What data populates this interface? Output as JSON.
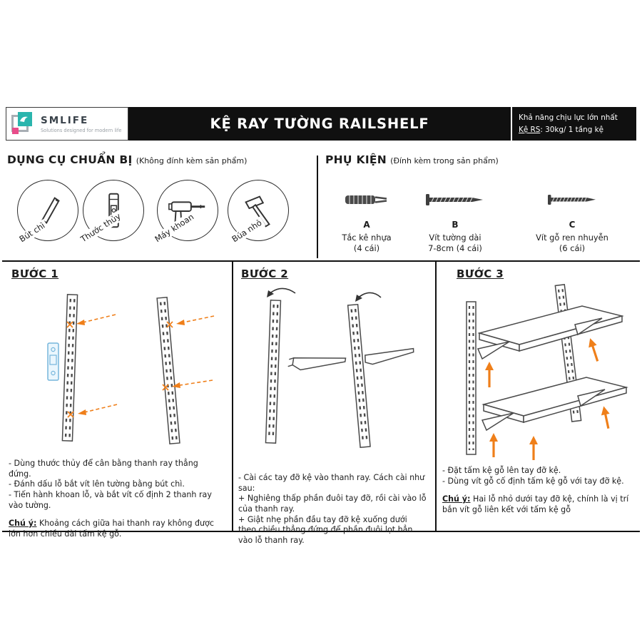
{
  "header": {
    "brand": "SMLIFE",
    "brand_tagline": "Solutions designed for modern life",
    "title": "KỆ RAY TƯỜNG RAILSHELF",
    "capacity_line1": "Khả năng chịu lực lớn nhất",
    "capacity_line2_label": "Kệ RS",
    "capacity_line2_rest": ": 30kg/ 1 tầng kệ"
  },
  "tools": {
    "title": "DỤNG CỤ CHUẨN BỊ",
    "subtitle": "(Không đính kèm sản phẩm)",
    "items": [
      {
        "label": "Bút chì",
        "icon": "pencil-icon"
      },
      {
        "label": "Thước thủy",
        "icon": "level-icon"
      },
      {
        "label": "Máy khoan",
        "icon": "drill-icon"
      },
      {
        "label": "Búa nhỏ",
        "icon": "hammer-icon"
      }
    ]
  },
  "accessories": {
    "title": "PHỤ KIỆN",
    "subtitle": "(Đính kèm trong sản phẩm)",
    "items": [
      {
        "letter": "A",
        "name": "Tắc kê nhựa",
        "qty": "(4 cái)",
        "icon": "wall-plug-icon"
      },
      {
        "letter": "B",
        "name": "Vít tường dài",
        "qty": "7-8cm (4 cái)",
        "icon": "long-screw-icon"
      },
      {
        "letter": "C",
        "name": "Vít gỗ ren nhuyễn",
        "qty": "(6 cái)",
        "icon": "wood-screw-icon"
      }
    ]
  },
  "steps": [
    {
      "title": "BƯỚC 1",
      "lines": [
        "- Dùng thước thủy để cân bằng thanh ray thẳng đứng.",
        "- Đánh dấu lỗ bắt vít lên tường bằng bút chì.",
        "- Tiến hành khoan lỗ, và bắt vít cố định 2 thanh ray vào tường."
      ],
      "note_label": "Chú ý:",
      "note": " Khoảng cách giữa hai thanh ray không được lớn hơn chiều dài tấm kệ gỗ."
    },
    {
      "title": "BƯỚC 2",
      "lines": [
        "- Cài các tay đỡ kệ vào thanh ray. Cách cài như sau:",
        "+ Nghiêng thấp phần đuôi tay đỡ, rồi cài vào lỗ của thanh ray.",
        "+ Giật nhẹ phần đầu tay đỡ kệ xuống dưới theo chiều thẳng đứng để phần đuôi lọt hẳn vào lỗ thanh ray."
      ]
    },
    {
      "title": "BƯỚC 3",
      "lines": [
        "- Đặt tấm kệ gỗ lên tay đỡ kệ.",
        "- Dùng vít gỗ cố định tấm kệ gỗ với tay đỡ kệ."
      ],
      "note_label": "Chú ý:",
      "note": " Hai lỗ nhỏ dưới tay đỡ kệ, chính là vị trí bắn vít gỗ liên kết với tấm kệ gỗ"
    }
  ],
  "colors": {
    "accent_orange": "#ef7f1a",
    "header_black": "#101010",
    "logo_teal": "#2ab5ad",
    "logo_pink": "#e84d8a",
    "level_blue": "#76b6dc"
  }
}
